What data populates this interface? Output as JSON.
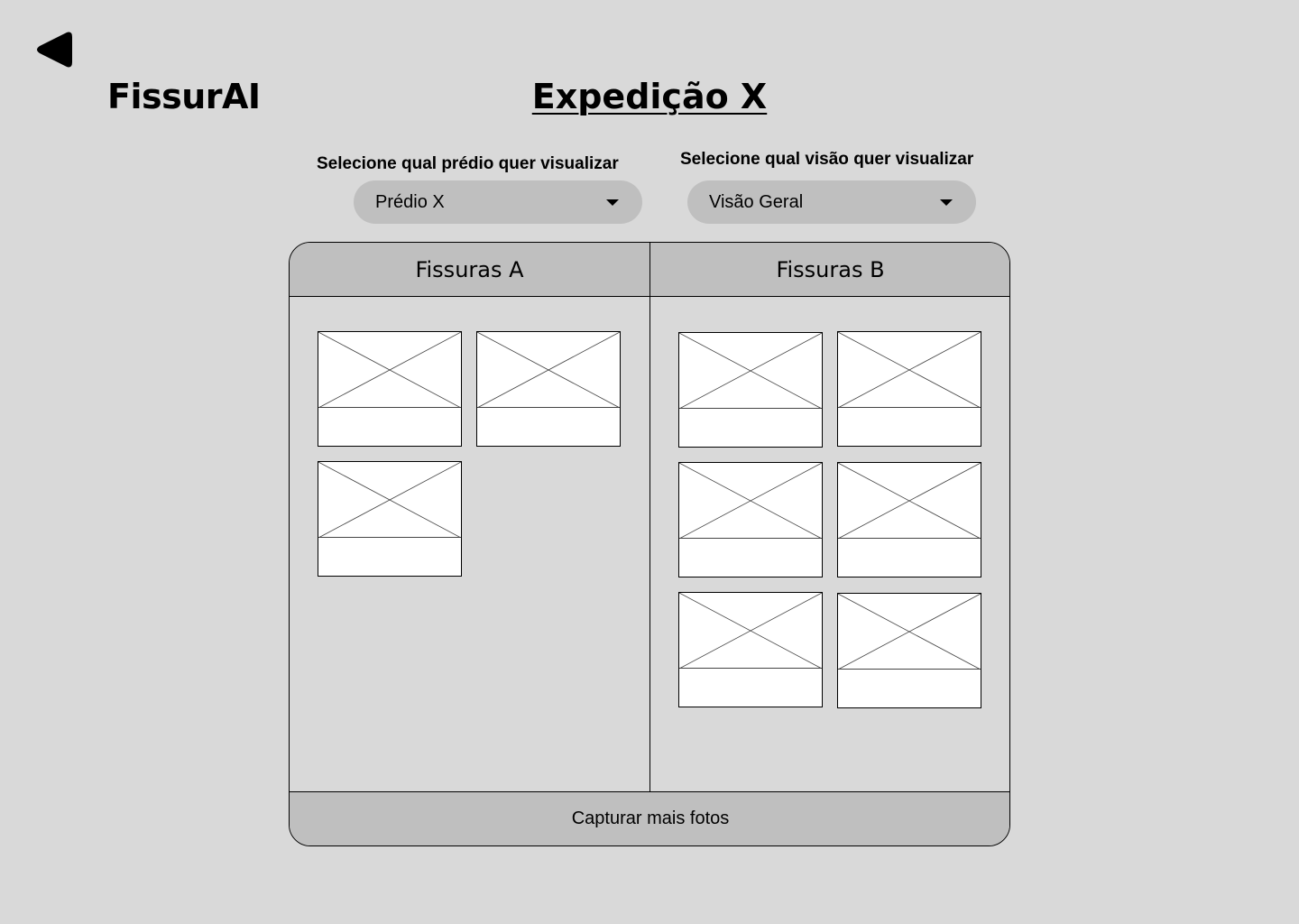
{
  "header": {
    "logo_text": "FissurAI",
    "page_title": "Expedição X"
  },
  "filters": {
    "building": {
      "label": "Selecione qual prédio quer visualizar",
      "value": "Prédio X"
    },
    "view": {
      "label": "Selecione qual visão quer visualizar",
      "value": "Visão  Geral"
    }
  },
  "panel": {
    "tabs": [
      {
        "label": "Fissuras A"
      },
      {
        "label": "Fissuras B"
      }
    ],
    "footer_label": "Capturar mais fotos"
  },
  "icons": {
    "back": "back-arrow-icon",
    "dropdown": "caret-down-icon",
    "image_placeholder": "image-placeholder-icon"
  },
  "colors": {
    "background": "#d9d9d9",
    "control": "#bfbfbf",
    "card": "#ffffff"
  }
}
